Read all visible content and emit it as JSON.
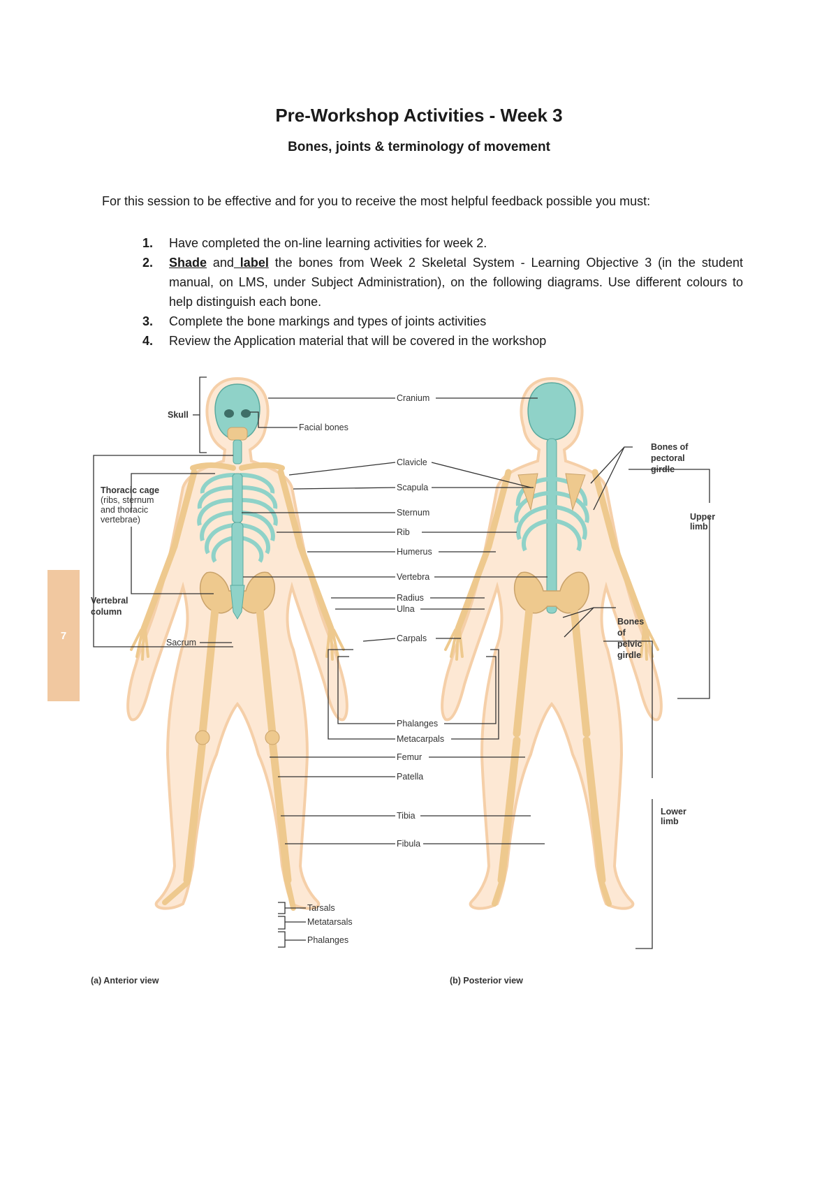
{
  "page": {
    "title": "Pre-Workshop Activities - Week 3",
    "subtitle": "Bones, joints & terminology of movement",
    "intro": "For this session to be effective and for you to receive the most helpful feedback possible you must:",
    "tasks": [
      {
        "num": "1.",
        "text": "Have completed the on-line learning activities for week 2."
      },
      {
        "num": "2.",
        "shade": "Shade",
        "and": " and",
        "label": " label",
        "text": " the bones from Week 2 Skeletal System - Learning Objective 3 (in the student manual, on LMS, under Subject Administration), on the following diagrams. Use different colours to help distinguish each bone."
      },
      {
        "num": "3.",
        "text": "Complete the bone markings and types of joints activities"
      },
      {
        "num": "4.",
        "text": "Review the Application material that will be covered in the workshop"
      }
    ],
    "page_number": "7"
  },
  "figure": {
    "center_labels": [
      "Cranium",
      "Facial bones",
      "Clavicle",
      "Scapula",
      "Sternum",
      "Rib",
      "Humerus",
      "Vertebra",
      "Radius",
      "Ulna",
      "Carpals",
      "Phalanges",
      "Metacarpals",
      "Femur",
      "Patella",
      "Tibia",
      "Fibula",
      "Tarsals",
      "Metatarsals",
      "Phalanges"
    ],
    "left_labels": {
      "skull": "Skull",
      "thoracic_cage": [
        "Thoracic cage",
        "(ribs, sternum",
        "and thoracic",
        "vertebrae)"
      ],
      "vertebral_column": [
        "Vertebral",
        "column"
      ],
      "sacrum": "Sacrum"
    },
    "right_labels": {
      "pectoral": [
        "Bones of",
        "pectoral",
        "girdle"
      ],
      "upper_limb": [
        "Upper",
        "limb"
      ],
      "pelvic": [
        "Bones",
        "of",
        "pelvic",
        "girdle"
      ],
      "lower_limb": [
        "Lower",
        "limb"
      ]
    },
    "captions": {
      "anterior": "(a) Anterior view",
      "posterior": "(b) Posterior view"
    },
    "colors": {
      "bone": "#eec98e",
      "axial": "#8fd2c8",
      "body": "#fde8d4",
      "body_outline": "#f5cfa8",
      "line": "#333333"
    }
  }
}
